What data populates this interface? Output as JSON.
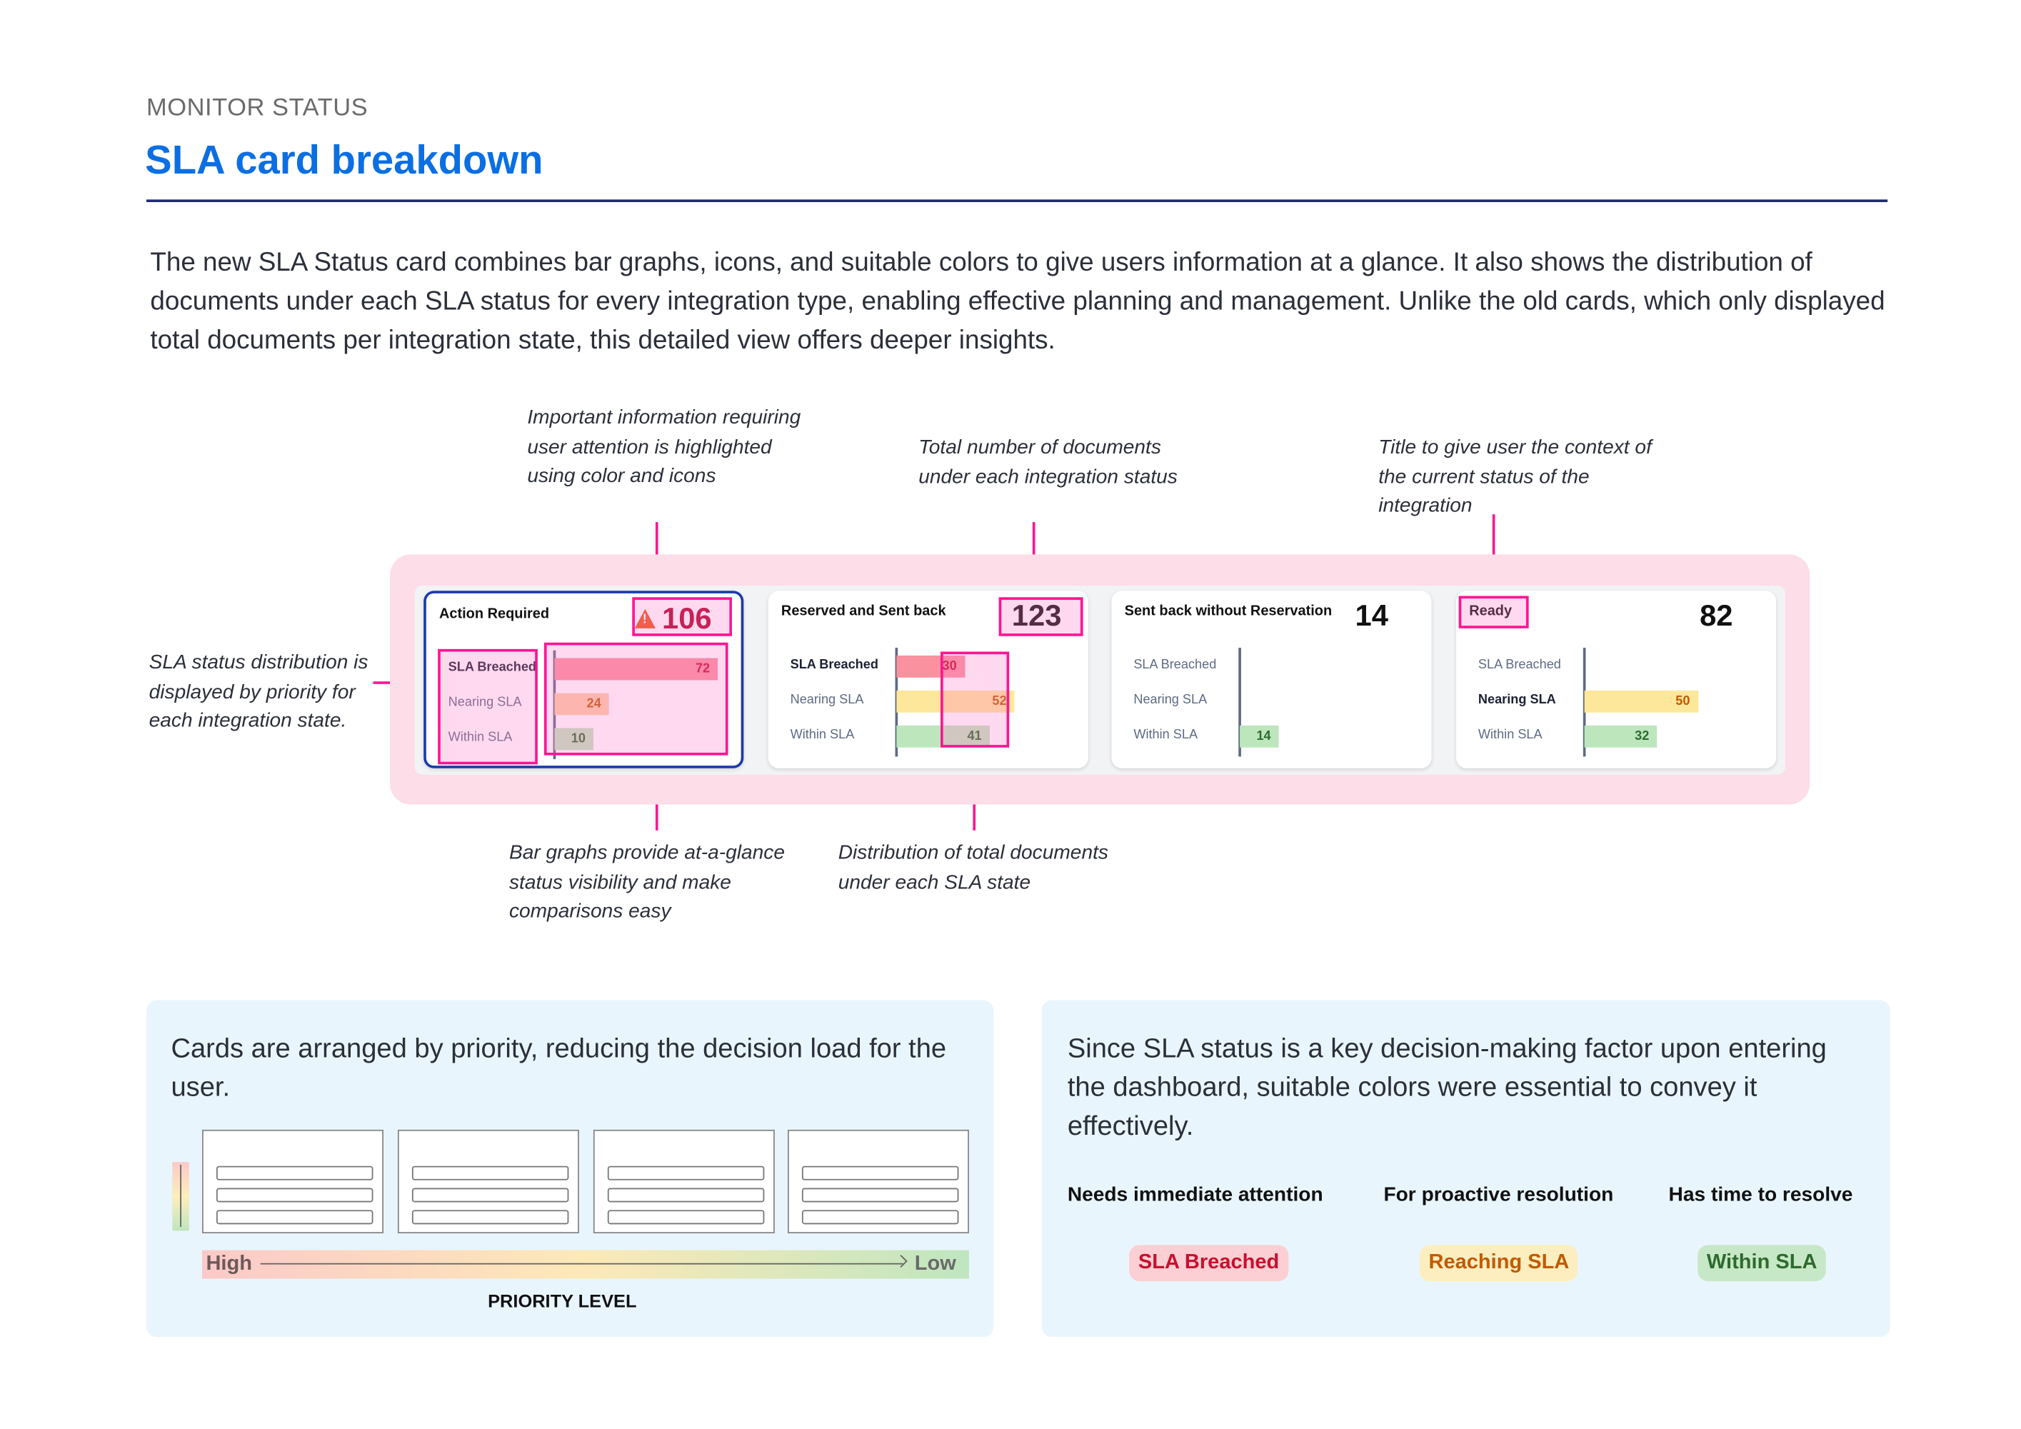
{
  "header": {
    "eyebrow": "MONITOR STATUS",
    "title": "SLA card breakdown",
    "intro": "The new SLA Status card combines bar graphs, icons, and suitable colors to give users information at a glance. It also shows the distribution of documents under each SLA status for every integration type, enabling effective planning and management. Unlike the old cards, which only displayed total documents per integration state, this detailed view offers deeper insights."
  },
  "annotations": {
    "highlight": "Important information requiring user attention is highlighted using color and icons",
    "total": "Total number of documents under each integration status",
    "title": "Title to give user the context of the current status of the integration",
    "distribution_priority": "SLA status distribution is displayed by priority for each integration state.",
    "bar_graphs": "Bar graphs provide at-a-glance status visibility and make comparisons easy",
    "distribution_total": "Distribution of total documents under each SLA state"
  },
  "cards": [
    {
      "title": "Action Required",
      "total": "106",
      "icon": "warning-triangle-icon",
      "alert": true,
      "rows": [
        {
          "label": "SLA Breached",
          "value": 72,
          "bold": true
        },
        {
          "label": "Nearing SLA",
          "value": 24
        },
        {
          "label": "Within SLA",
          "value": 10
        }
      ]
    },
    {
      "title": "Reserved and Sent back",
      "total": "123",
      "rows": [
        {
          "label": "SLA Breached",
          "value": 30,
          "bold": true
        },
        {
          "label": "Nearing SLA",
          "value": 52
        },
        {
          "label": "Within SLA",
          "value": 41
        }
      ]
    },
    {
      "title": "Sent back without Reservation",
      "total": "14",
      "rows": [
        {
          "label": "SLA Breached",
          "value": null
        },
        {
          "label": "Nearing SLA",
          "value": null
        },
        {
          "label": "Within SLA",
          "value": 14
        }
      ]
    },
    {
      "title": "Ready",
      "total": "82",
      "rows": [
        {
          "label": "SLA Breached",
          "value": null
        },
        {
          "label": "Nearing SLA",
          "value": 50,
          "bold": true
        },
        {
          "label": "Within SLA",
          "value": 32
        }
      ]
    }
  ],
  "colors": {
    "breached_bar": "#f9919f",
    "breached_text": "#c8102e",
    "nearing_bar": "#fde79b",
    "nearing_bar_alt": "#fdcfa5",
    "nearing_text": "#c25a00",
    "within_bar": "#bde6bd",
    "within_text": "#2e6b2e",
    "highlight": "#ff1493",
    "title_blue": "#0b6fe3"
  },
  "priority_panel": {
    "text": "Cards are arranged by priority, reducing the decision load for the user.",
    "high": "High",
    "low": "Low",
    "axis_label": "PRIORITY LEVEL"
  },
  "color_panel": {
    "text": "Since SLA status is a key decision-making factor upon entering the dashboard, suitable colors were essential to convey it effectively.",
    "columns": [
      {
        "heading": "Needs immediate attention",
        "pill": "SLA Breached"
      },
      {
        "heading": "For proactive resolution",
        "pill": "Reaching SLA"
      },
      {
        "heading": "Has time to resolve",
        "pill": "Within SLA"
      }
    ]
  }
}
